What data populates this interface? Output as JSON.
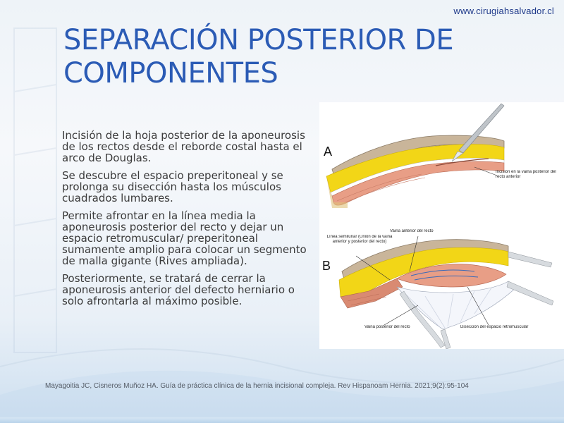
{
  "header": {
    "site_url": "www.cirugiahsalvador.cl"
  },
  "slide": {
    "title": "SEPARACIÓN POSTERIOR DE COMPONENTES",
    "bullets": [
      "Incisión de la hoja posterior de la aponeurosis de los rectos desde el reborde costal hasta el arco de Douglas.",
      "Se descubre el espacio preperitoneal y se prolonga su disección hasta los músculos cuadrados lumbares.",
      "Permite afrontar en la línea media la aponeurosis posterior del recto y dejar un espacio retromuscular/ preperitoneal sumamente amplio para colocar un segmento de malla gigante (Rives ampliada).",
      "Posteriormente, se tratará de cerrar la aponeurosis anterior del defecto herniario o solo afrontarla al máximo posible."
    ]
  },
  "figure": {
    "panel_a": {
      "letter": "A",
      "label": "Incisión en la vaina posterior del recto anterior"
    },
    "panel_b": {
      "letter": "B",
      "label_semilunar": "Línea semilunar (Unión de la vaina anterior y posterior del recto)",
      "label_vaina_anterior": "Vaina anterior del recto",
      "label_vaina_posterior": "Vaina posterior del recto",
      "label_diseccion": "Disección del espacio retromuscular"
    }
  },
  "citation": "Mayagoitia JC, Cisneros Muñoz HA. Guía de práctica clínica de la hernia incisional compleja. Rev Hispanoam Hernia. 2021;9(2):95-104"
}
